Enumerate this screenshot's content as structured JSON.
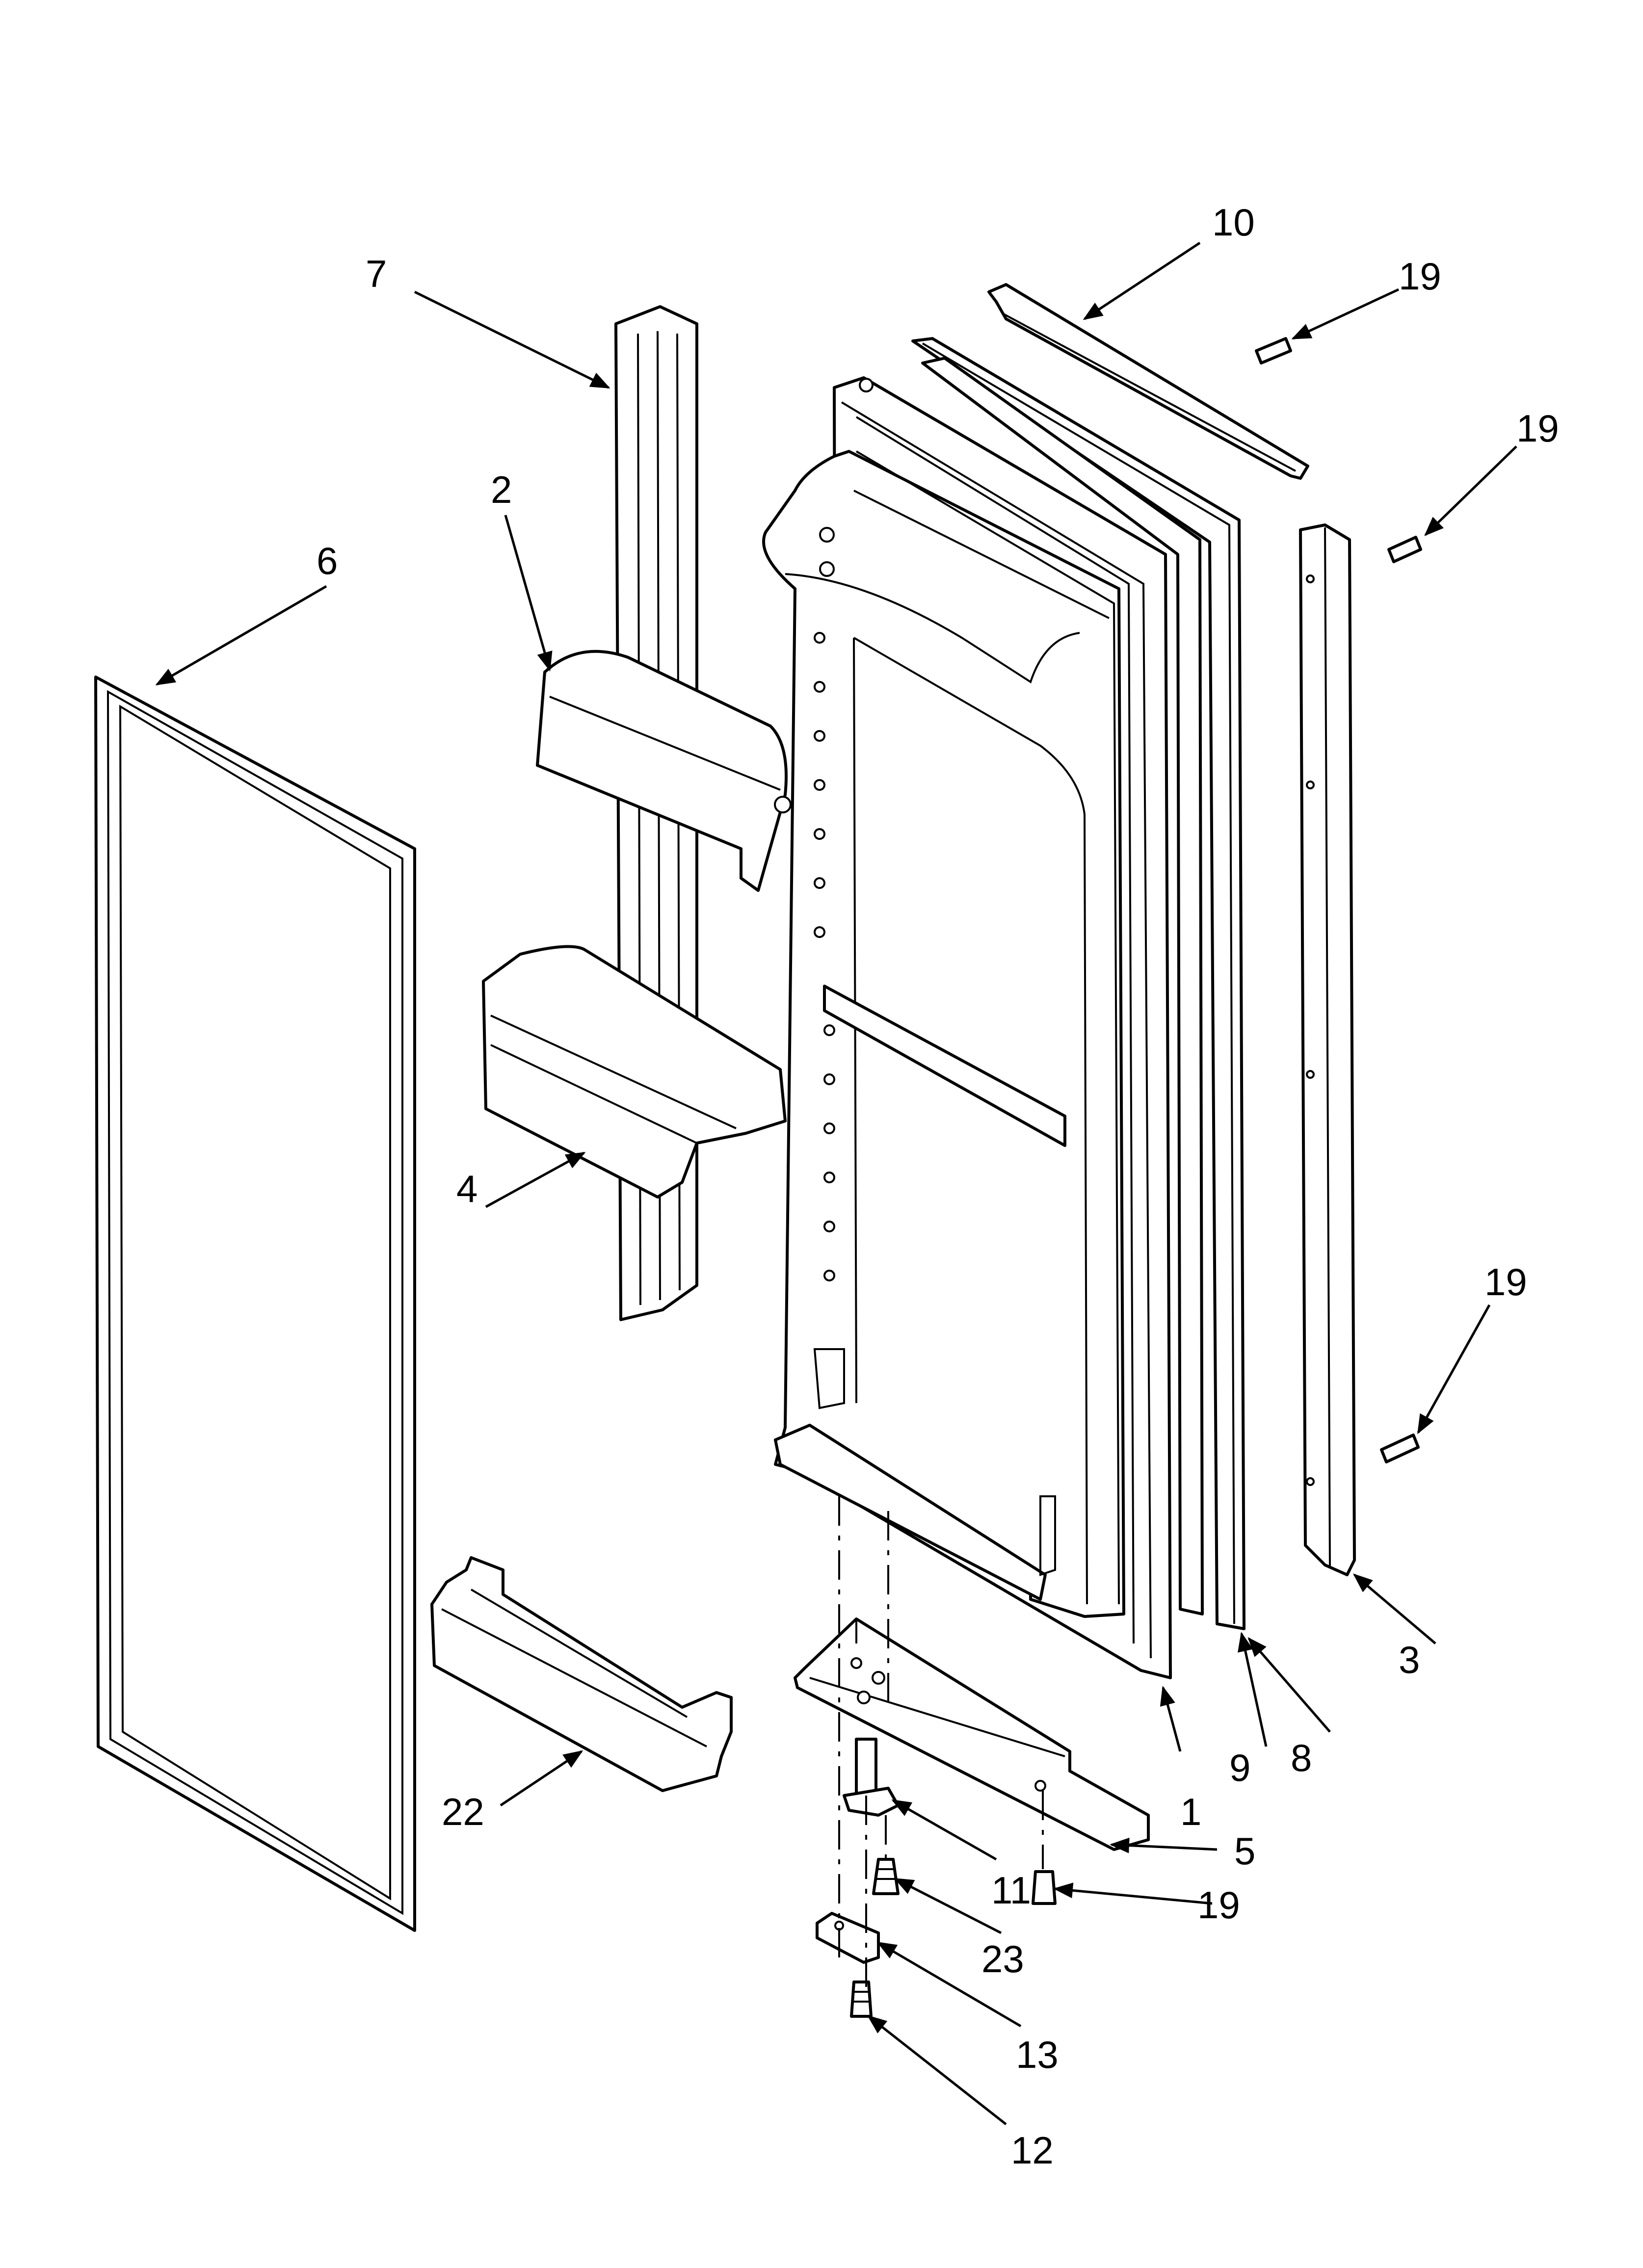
{
  "callouts": [
    {
      "id": "c1",
      "label": "1"
    },
    {
      "id": "c2",
      "label": "2"
    },
    {
      "id": "c3",
      "label": "3"
    },
    {
      "id": "c4",
      "label": "4"
    },
    {
      "id": "c5",
      "label": "5"
    },
    {
      "id": "c6",
      "label": "6"
    },
    {
      "id": "c7",
      "label": "7"
    },
    {
      "id": "c8",
      "label": "8"
    },
    {
      "id": "c9",
      "label": "9"
    },
    {
      "id": "c10",
      "label": "10"
    },
    {
      "id": "c11",
      "label": "11"
    },
    {
      "id": "c12",
      "label": "12"
    },
    {
      "id": "c13",
      "label": "13"
    },
    {
      "id": "c19a",
      "label": "19"
    },
    {
      "id": "c19b",
      "label": "19"
    },
    {
      "id": "c19c",
      "label": "19"
    },
    {
      "id": "c19d",
      "label": "19"
    },
    {
      "id": "c22",
      "label": "22"
    },
    {
      "id": "c23",
      "label": "23"
    }
  ]
}
